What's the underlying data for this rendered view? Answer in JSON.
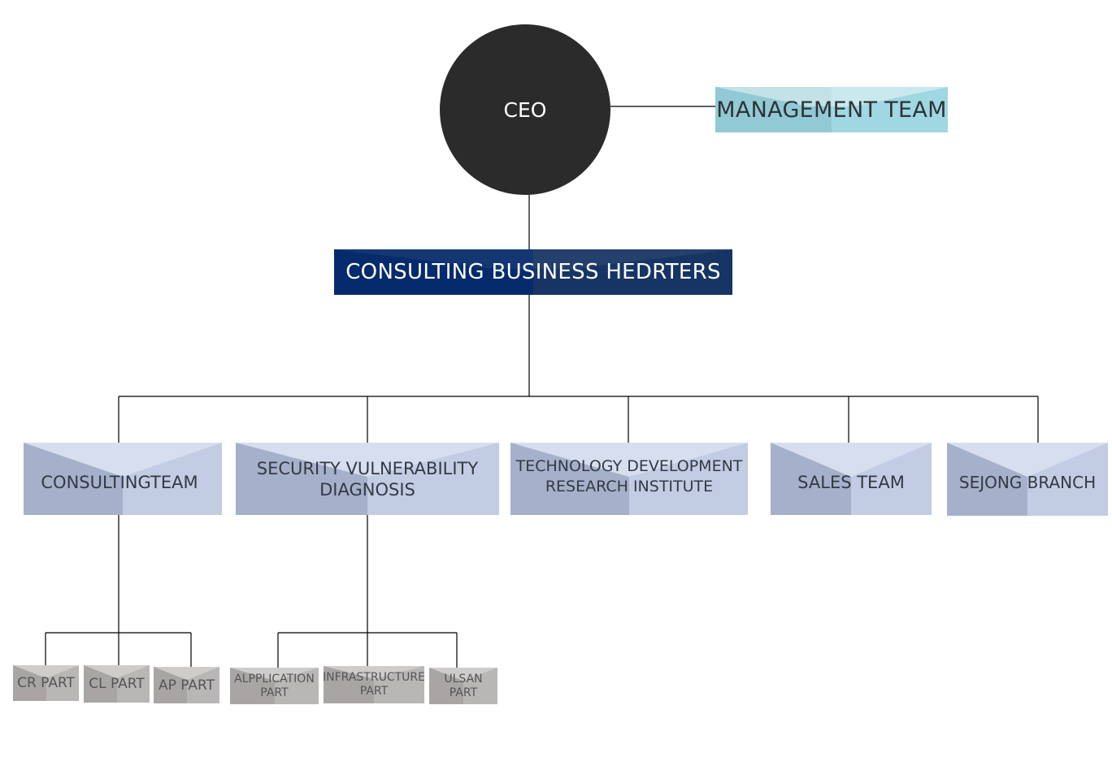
{
  "diagram": {
    "ceo": "CEO",
    "management": "MANAGEMENT TEAM",
    "headquarters": "CONSULTING BUSINESS HEDRTERS",
    "teams": [
      {
        "label": "CONSULTINGTEAM"
      },
      {
        "label": "SECURITY VULNERABILITY\nDIAGNOSIS"
      },
      {
        "label": "TECHNOLOGY DEVELOPMENT\nRESEARCH INSTITUTE"
      },
      {
        "label": "SALES TEAM"
      },
      {
        "label": "SEJONG BRANCH"
      }
    ],
    "parts": [
      {
        "label": "CR PART",
        "team": "CONSULTINGTEAM"
      },
      {
        "label": "CL PART",
        "team": "CONSULTINGTEAM"
      },
      {
        "label": "AP PART",
        "team": "CONSULTINGTEAM"
      },
      {
        "label": "ALPPLICATION\nPART",
        "team": "SECURITY VULNERABILITY DIAGNOSIS"
      },
      {
        "label": "INFRASTRUCTURE\nPART",
        "team": "SECURITY VULNERABILITY DIAGNOSIS"
      },
      {
        "label": "ULSAN\nPART",
        "team": "SECURITY VULNERABILITY DIAGNOSIS"
      }
    ]
  },
  "colors": {
    "ceo": "#2b2b2b",
    "management": "#9fd8e2",
    "headquarters": "#062b6c",
    "team": "#c2cce3",
    "part": "#b9b6b6",
    "line": "#000000"
  }
}
